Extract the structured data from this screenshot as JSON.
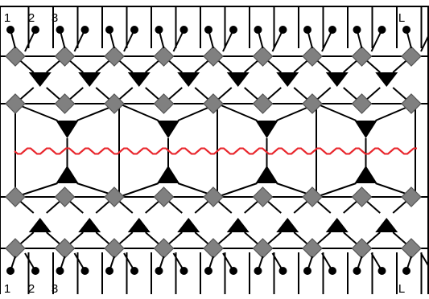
{
  "labels": {
    "top": [
      "1",
      "2",
      "3",
      "L"
    ],
    "bottom": [
      "1",
      "2",
      "3",
      "L"
    ]
  },
  "colors": {
    "line": "#000000",
    "diamond_fill": "#808080",
    "diamond_stroke": "#555555",
    "wave": "#e8272d",
    "background": "#ffffff"
  }
}
